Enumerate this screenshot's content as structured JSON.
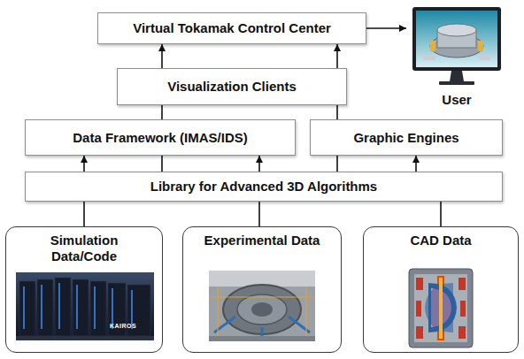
{
  "diagram": {
    "nodes": [
      {
        "text": [
          "Virtual Tokamak Control Center"
        ]
      },
      {
        "text": [
          "Visualization Clients"
        ]
      },
      {
        "text": [
          "Data Framework (IMAS/IDS)"
        ]
      },
      {
        "text": [
          "Graphic Engines"
        ]
      },
      {
        "text": [
          "Library for Advanced 3D Algorithms"
        ]
      },
      {
        "text": [
          "Simulation Data/Code"
        ]
      },
      {
        "text": [
          "Experimental Data"
        ]
      },
      {
        "text": [
          "CAD Data"
        ]
      },
      {
        "text": [
          "User"
        ]
      }
    ],
    "edges": [
      {
        "from": 0,
        "to": 8,
        "arrow": "to"
      },
      {
        "from": 1,
        "to": 0,
        "arrow": "to"
      },
      {
        "from": 1,
        "to": 0,
        "arrow": "to"
      },
      {
        "from": 2,
        "to": 1,
        "arrow": "none"
      },
      {
        "from": 3,
        "to": 1,
        "arrow": "none"
      },
      {
        "from": 4,
        "to": 2,
        "arrow": "to"
      },
      {
        "from": 4,
        "to": 2,
        "arrow": "none"
      },
      {
        "from": 4,
        "to": 2,
        "arrow": "to"
      },
      {
        "from": 4,
        "to": 3,
        "arrow": "none"
      },
      {
        "from": 4,
        "to": 3,
        "arrow": "to"
      },
      {
        "from": 5,
        "to": 4,
        "arrow": "none"
      },
      {
        "from": 6,
        "to": 4,
        "arrow": "none"
      },
      {
        "from": 7,
        "to": 4,
        "arrow": "none"
      }
    ],
    "labels": [
      "KAIROS"
    ]
  }
}
